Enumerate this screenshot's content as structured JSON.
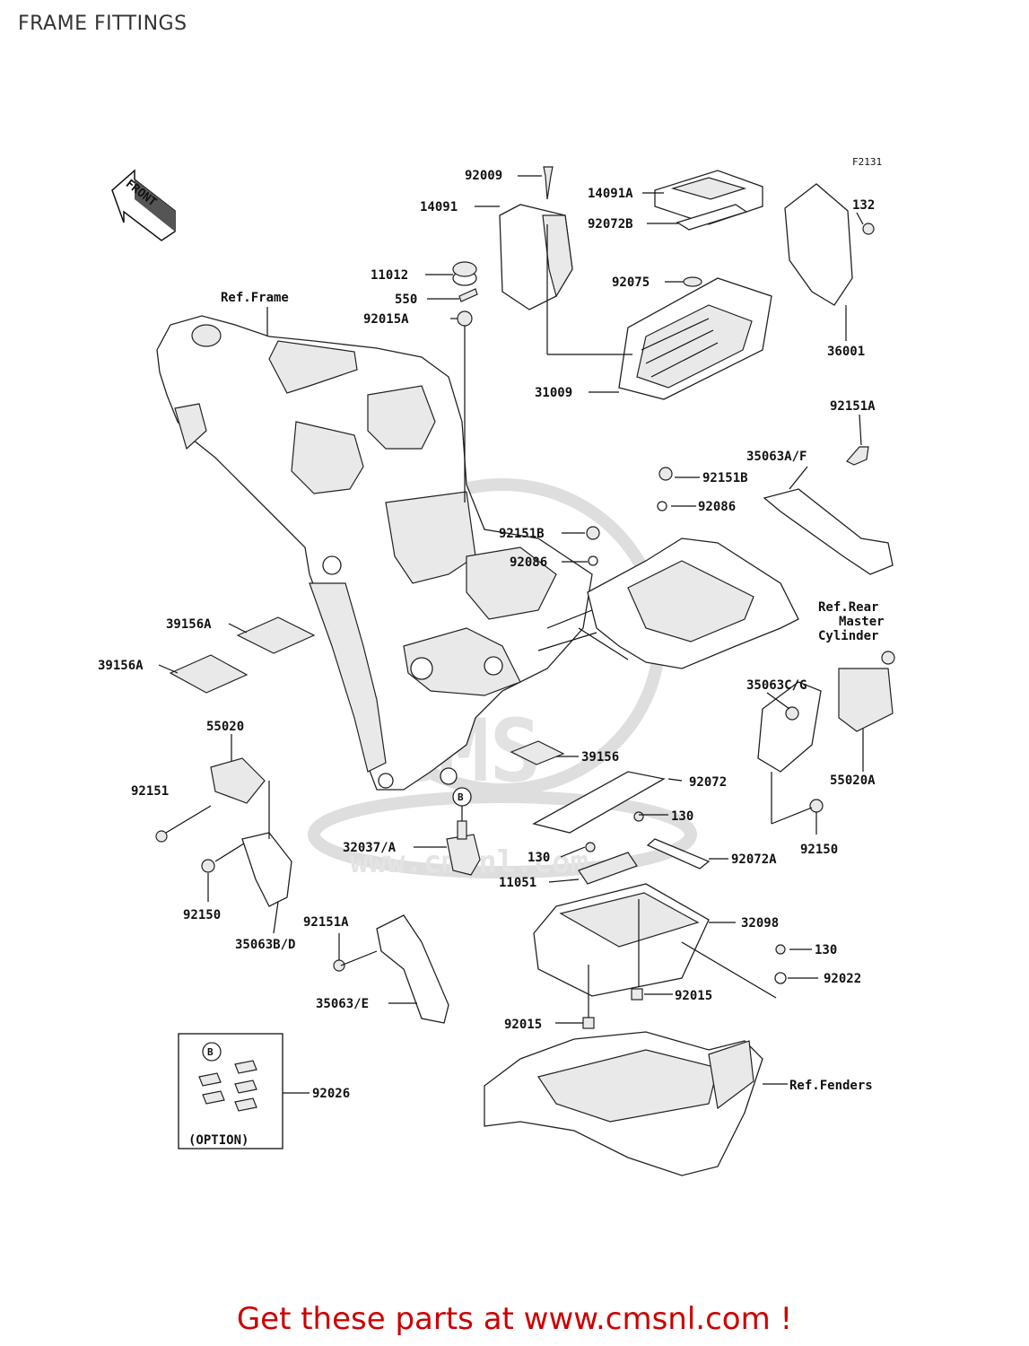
{
  "page": {
    "title": "FRAME FITTINGS",
    "footer": "Get these parts at www.cmsnl.com !",
    "accent_color": "#cc0000"
  },
  "diagram": {
    "figure_code": "F2131",
    "front_arrow": "FRONT",
    "option_box": {
      "marker": "B",
      "caption": "(OPTION)"
    },
    "callout_marker": "B",
    "watermark": {
      "logo": "CMS",
      "url": "www.cmsnl.com"
    },
    "labels": {
      "ref_frame": "Ref.Frame",
      "ref_fenders": "Ref.Fenders",
      "ref_rear_master_1": "Ref.Rear",
      "ref_rear_master_2": "Master",
      "ref_rear_master_3": "Cylinder",
      "p92009": "92009",
      "p14091A": "14091A",
      "p132": "132",
      "p14091": "14091",
      "p92072B": "92072B",
      "p11012": "11012",
      "p92075": "92075",
      "p550": "550",
      "p92015A": "92015A",
      "p36001": "36001",
      "p31009": "31009",
      "p92151A_top": "92151A",
      "p35063AF": "35063A/F",
      "p92151B_1": "92151B",
      "p92086_1": "92086",
      "p92151B_2": "92151B",
      "p92086_2": "92086",
      "p39156A_1": "39156A",
      "p39156A_2": "39156A",
      "p35063CG": "35063C/G",
      "p55020": "55020",
      "p39156": "39156",
      "p92072": "92072",
      "p55020A": "55020A",
      "p92151": "92151",
      "p130_1": "130",
      "p32037A": "32037/A",
      "p130_2": "130",
      "p92072A": "92072A",
      "p92150_right": "92150",
      "p11051": "11051",
      "p92150_left": "92150",
      "p32098": "32098",
      "p92151A_low": "92151A",
      "p35063BD": "35063B/D",
      "p130_3": "130",
      "p92022": "92022",
      "p35063E": "35063/E",
      "p92015_1": "92015",
      "p92015_2": "92015",
      "p92026": "92026"
    }
  }
}
